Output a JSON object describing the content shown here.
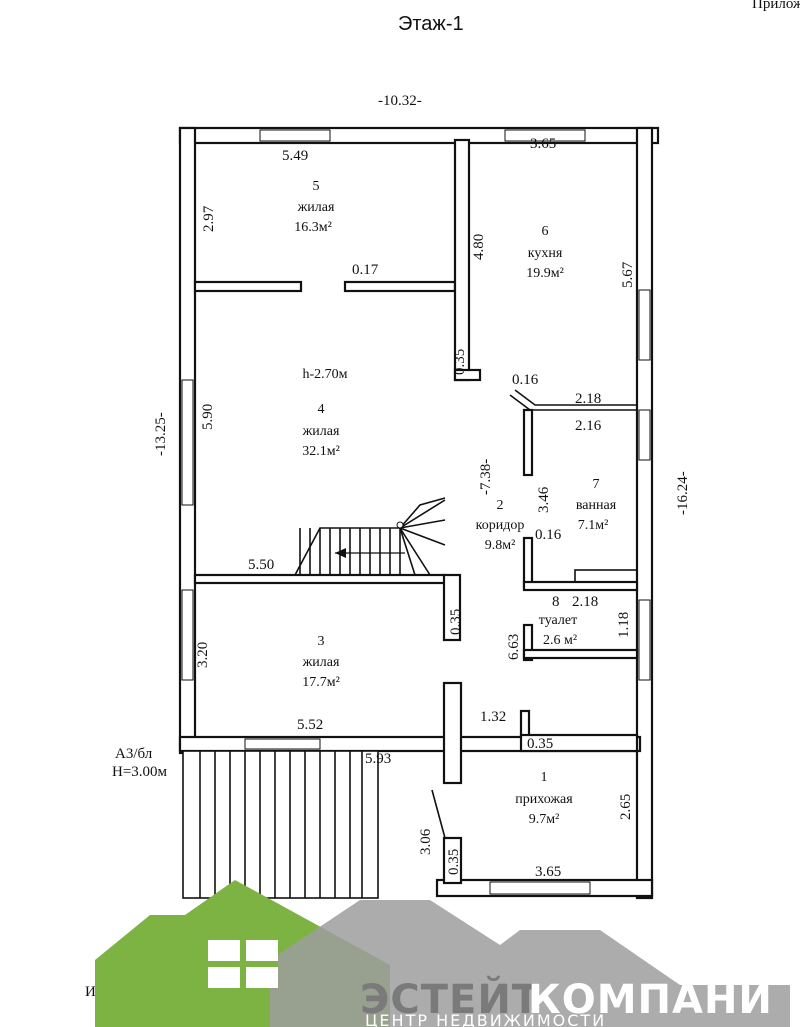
{
  "title": "Этаж-1",
  "corner_text": "Прилож",
  "footer_text": "Итого п",
  "dimensions": {
    "overall_width": "-10.32-",
    "overall_left": "-13.25-",
    "overall_right": "-16.24-",
    "center_corridor": "-7.38-",
    "top_left": "5.49",
    "top_right": "3.65",
    "room5_height": "2.97",
    "partition_top": "4.80",
    "opening_017": "0.17",
    "right_upper": "5.67",
    "partition_035_a": "0.35",
    "bath_016_a": "0.16",
    "bath_218_a": "2.18",
    "bath_216": "2.16",
    "left_590": "5.90",
    "corridor_346": "3.46",
    "bath_016_b": "0.16",
    "stair_550": "5.50",
    "toilet_218": "2.18",
    "toilet_8": "8",
    "partition_035_b": "0.35",
    "toilet_118": "1.18",
    "toilet_663": "6.63",
    "left_320": "3.20",
    "bottom_552": "5.52",
    "hall_132": "1.32",
    "hall_035": "0.35",
    "porch_593": "5.93",
    "hall_306": "3.06",
    "hall_035_b": "0.35",
    "hall_265": "2.65",
    "bottom_365": "3.65",
    "a3": "А3/бл",
    "height": "H=3.00м"
  },
  "rooms": [
    {
      "num": "5",
      "name": "жилая",
      "area": "16.3м²"
    },
    {
      "num": "6",
      "name": "кухня",
      "area": "19.9м²"
    },
    {
      "num": "4",
      "name": "жилая",
      "area": "32.1м²",
      "extra": "h-2.70м"
    },
    {
      "num": "7",
      "name": "ванная",
      "area": "7.1м²"
    },
    {
      "num": "2",
      "name": "коридор",
      "area": "9.8м²"
    },
    {
      "num": "3",
      "name": "жилая",
      "area": "17.7м²"
    },
    {
      "num": "8",
      "name": "туалет",
      "area": "2.6 м²"
    },
    {
      "num": "1",
      "name": "прихожая",
      "area": "9.7м²"
    }
  ],
  "brand": {
    "name_bold": "ЭСТЕЙТ",
    "name_rest": "КОМПАНИ",
    "tagline": "ЦЕНТР НЕДВИЖИМОСТИ",
    "colors": {
      "green": "#7cb342",
      "grey": "#9e9e9e",
      "dark": "#6d6d6d"
    }
  }
}
